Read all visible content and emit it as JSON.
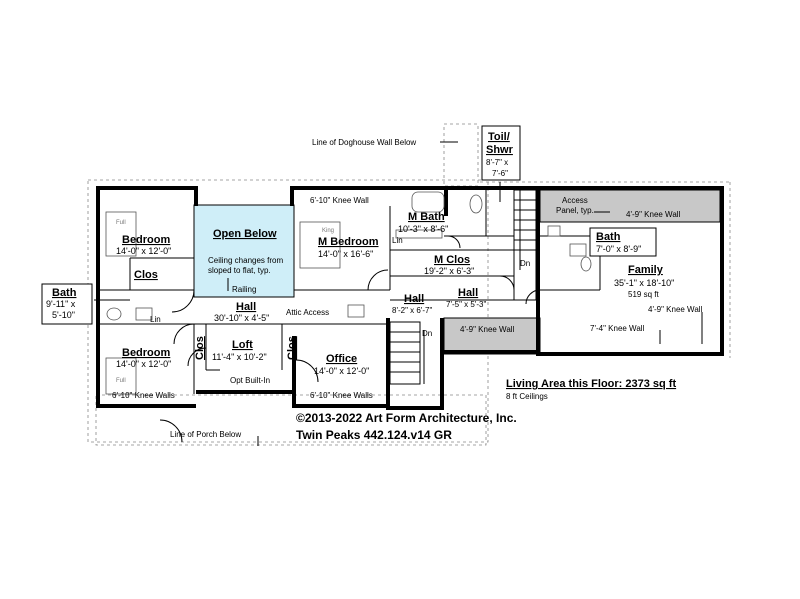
{
  "rooms": {
    "bedroom_top": {
      "title": "Bedroom",
      "dim": "14'-0\" x 12'-0\""
    },
    "clos_top": {
      "title": "Clos"
    },
    "open_below": {
      "title": "Open Below",
      "note1": "Ceiling changes from",
      "note2": "sloped to flat, typ."
    },
    "m_bedroom": {
      "title": "M Bedroom",
      "dim": "14'-0\" x 16'-6\""
    },
    "m_bath": {
      "title": "M Bath",
      "dim": "10'-3\" x 8'-6\""
    },
    "toil_shwr": {
      "title1": "Toil/",
      "title2": "Shwr",
      "dim1": "8'-7\" x",
      "dim2": "7'-6\""
    },
    "m_clos": {
      "title": "M Clos",
      "dim": "19'-2\" x 6'-3\""
    },
    "bath_right": {
      "title": "Bath",
      "dim": "7'-0\" x 8'-9\""
    },
    "family": {
      "title": "Family",
      "dim": "35'-1\" x 18'-10\"",
      "area": "519 sq ft"
    },
    "bath_left": {
      "title": "Bath",
      "dim1": "9'-11\" x",
      "dim2": "5'-10\""
    },
    "hall_main": {
      "title": "Hall",
      "dim": "30'-10\" x 4'-5\""
    },
    "hall_mid": {
      "title": "Hall",
      "dim": "8'-2\" x 6'-7\""
    },
    "hall_right": {
      "title": "Hall",
      "dim": "7'-5\" x 5'-3\""
    },
    "bedroom_bottom": {
      "title": "Bedroom",
      "dim": "14'-0\" x 12'-0\""
    },
    "clos_loft": {
      "title": "Clos"
    },
    "loft": {
      "title": "Loft",
      "dim": "11'-4\" x 10'-2\""
    },
    "clos_office": {
      "title": "Clos"
    },
    "office": {
      "title": "Office",
      "dim": "14'-0\" x 12'-0\""
    }
  },
  "notes": {
    "doghouse": "Line of Doghouse Wall Below",
    "knee_610_top": "6'-10\" Knee Wall",
    "knee_49_top": "4'-9\" Knee Wall",
    "access_panel_1": "Access",
    "access_panel_2": "Panel, typ.",
    "knee_49_right": "4'-9\" Knee Wall",
    "knee_74": "7'-4\" Knee Wall",
    "knee_49_stair": "4'-9\" Knee Wall",
    "knee_610_bed": "6'-10\" Knee Walls",
    "knee_610_office": "6'-10\" Knee Walls",
    "railing": "Railing",
    "attic_access": "Attic Access",
    "opt_built_in": "Opt Built-In",
    "porch": "Line of Porch Below",
    "dn1": "Dn",
    "dn2": "Dn",
    "lin1": "Lin",
    "lin2": "Lin",
    "full1": "Full",
    "full2": "Full",
    "king": "King"
  },
  "living_area": {
    "title": "Living Area this Floor: 2373 sq ft",
    "ceilings": "8 ft Ceilings"
  },
  "copyright": {
    "line1": "©2013-2022 Art Form Architecture, Inc.",
    "line2": "Twin Peaks 442.124.v14 GR"
  },
  "colors": {
    "open_below_fill": "#cfeef8",
    "knee_wall_fill": "#c8c8c8",
    "wall": "#000000"
  }
}
